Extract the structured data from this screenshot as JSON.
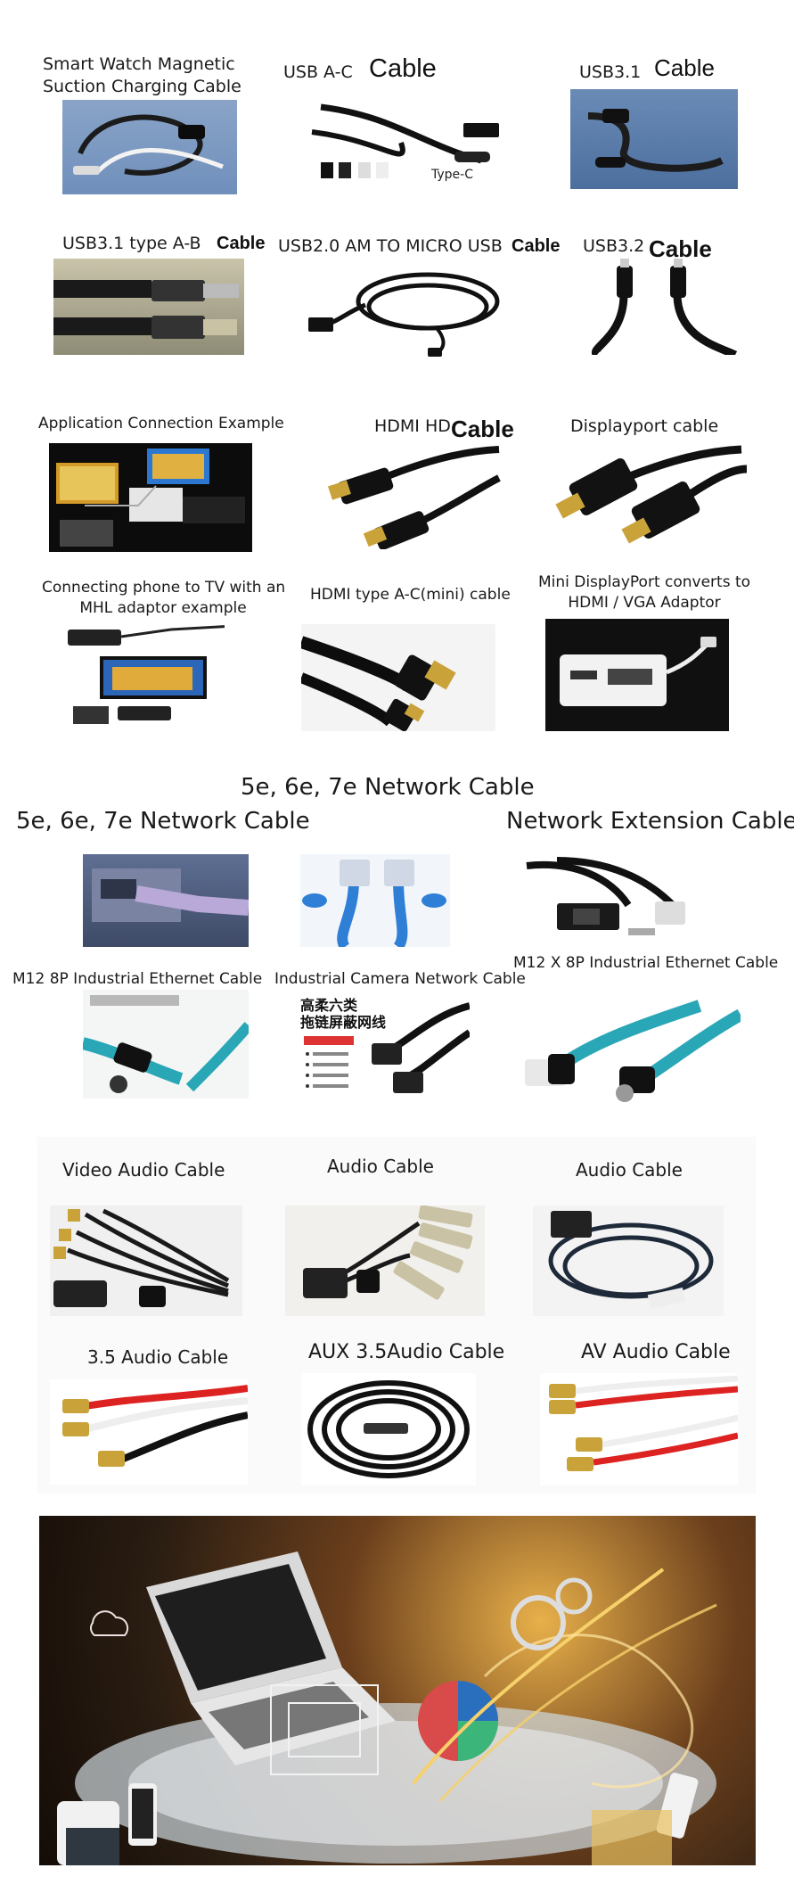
{
  "usb": {
    "smartwatch": {
      "line1": "Smart Watch Magnetic",
      "line2": "Suction Charging Cable"
    },
    "usb_ac": {
      "label": "USB A-C",
      "overlay": "Cable",
      "typec_caption": "Type-C"
    },
    "usb31_c": {
      "label": "USB3.1",
      "overlay": "Cable"
    },
    "usb31_ab": {
      "label": "USB3.1 type A-B",
      "overlay": "Cable"
    },
    "usb20_micro": {
      "label": "USB2.0 AM TO MICRO USB",
      "overlay": "Cable"
    },
    "usb32": {
      "label": "USB3.2",
      "overlay": "Cable"
    }
  },
  "hdmi": {
    "app_example": {
      "label": "Application Connection Example"
    },
    "hdmi_hd": {
      "label": "HDMI HD",
      "overlay": "Cable"
    },
    "displayport": {
      "label": "Displayport cable"
    },
    "mhl": {
      "line1": "Connecting phone to TV with an",
      "line2": "MHL adaptor example"
    },
    "hdmi_mini": {
      "label": "HDMI type A-C(mini) cable"
    },
    "mini_dp": {
      "line1": "Mini DisplayPort converts to",
      "line2": "HDMI / VGA Adaptor"
    }
  },
  "network": {
    "heading": "5e, 6e, 7e Network Cable",
    "cat_cable": {
      "label": "5e, 6e, 7e Network Cable"
    },
    "extension": {
      "label": "Network Extension Cable"
    },
    "m12_8p": {
      "label": "M12 8P Industrial Ethernet Cable"
    },
    "industrial_camera": {
      "label": "Industrial Camera Network Cable",
      "chinese_title_1": "高柔六类",
      "chinese_title_2": "拖链屏蔽网线"
    },
    "m12_x_8p": {
      "label": "M12 X 8P Industrial Ethernet Cable"
    }
  },
  "audio": {
    "video_audio": {
      "label": "Video Audio Cable"
    },
    "audio1": {
      "label": "Audio Cable"
    },
    "audio2": {
      "label": "Audio Cable"
    },
    "audio35": {
      "label": "3.5 Audio Cable"
    },
    "aux35": {
      "label": "AUX 3.5Audio Cable"
    },
    "av": {
      "label": "AV Audio Cable"
    }
  },
  "colors": {
    "usb_tile_bg": "#5a7ba8",
    "hdmi_gold": "#c9a23a",
    "network_blue": "#2f7fd6",
    "teal_cable": "#2aa7b6",
    "banner_bg": "#2a1d12"
  }
}
